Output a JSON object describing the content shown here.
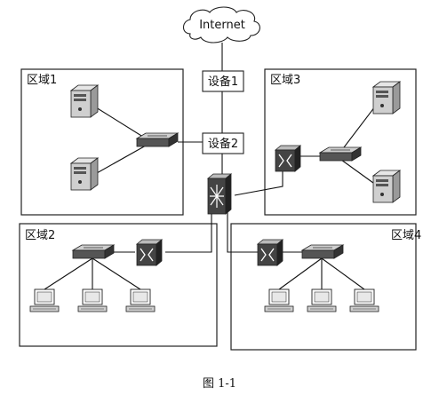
{
  "cloud": {
    "label": "Internet"
  },
  "devices": {
    "device1": "设备1",
    "device2": "设备2"
  },
  "zones": {
    "zone1": "区域1",
    "zone2": "区域2",
    "zone3": "区域3",
    "zone4": "区域4"
  },
  "caption": "图 1-1",
  "icons": {
    "server": "server-icon",
    "switch": "switch-icon",
    "router": "router-icon",
    "core_switch": "core-switch-icon",
    "workstation": "workstation-icon",
    "cloud": "cloud-icon"
  }
}
